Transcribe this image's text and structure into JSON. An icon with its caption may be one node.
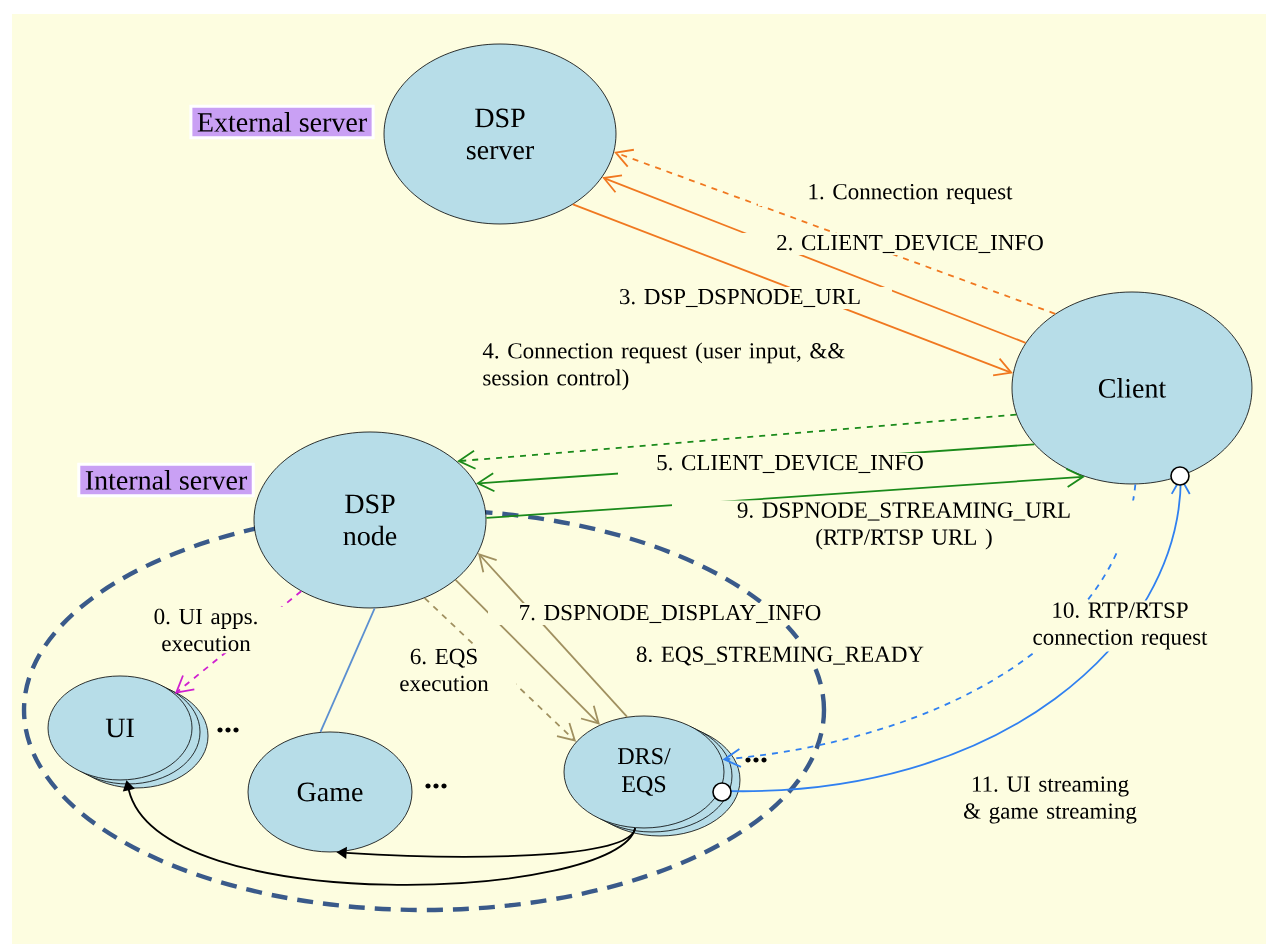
{
  "diagram": {
    "nodes": [
      {
        "text": [
          "DSP server"
        ],
        "beside": [
          "External server"
        ]
      },
      {
        "text": [
          "Client"
        ]
      },
      {
        "text": [
          "Internal server"
        ]
      },
      {
        "text": [
          "DSP node"
        ]
      },
      {
        "text": [
          "UI"
        ],
        "in": 2,
        "beside": [
          "..."
        ]
      },
      {
        "text": [
          "Game"
        ],
        "in": 2,
        "beside": [
          "..."
        ]
      },
      {
        "text": [
          "DRS/ EQS"
        ],
        "in": 2,
        "beside": [
          "..."
        ]
      }
    ],
    "edges": [
      {
        "from": 1,
        "to": 0,
        "arrow": "to",
        "label": "1. Connection request",
        "style": "dashed",
        "color": "#f07820"
      },
      {
        "from": 1,
        "to": 0,
        "arrow": "to",
        "label": "2. CLIENT_DEVICE_INFO",
        "color": "#f07820"
      },
      {
        "from": 0,
        "to": 1,
        "arrow": "to",
        "label": "3. DSP_DSPNODE_URL",
        "color": "#f07820"
      },
      {
        "from": 1,
        "to": 3,
        "arrow": "to",
        "label": "4. Connection request (user input, && session control)",
        "style": "dashed",
        "color": "#1a8a1a"
      },
      {
        "from": 1,
        "to": 3,
        "arrow": "to",
        "label": "5. CLIENT_DEVICE_INFO",
        "color": "#1a8a1a"
      },
      {
        "from": 3,
        "to": 1,
        "arrow": "to",
        "label": "9. DSPNODE_STREAMING_URL (RTP/RTSP URL )",
        "color": "#1a8a1a"
      },
      {
        "from": 3,
        "to": 6,
        "arrow": "to",
        "label": "6. EQS execution",
        "style": "dashed",
        "color": "#a09060"
      },
      {
        "from": 6,
        "to": 3,
        "arrow": "to",
        "label": "7. DSPNODE_DISPLAY_INFO",
        "color": "#a09060"
      },
      {
        "from": 3,
        "to": 6,
        "arrow": "to",
        "label": "8. EQS_STREMING_READY",
        "color": "#a09060"
      },
      {
        "from": 3,
        "to": 4,
        "arrow": "to",
        "label": "0. UI apps. execution",
        "style": "dashed",
        "color": "#d020d0"
      },
      {
        "from": 3,
        "to": 5,
        "arrow": "none",
        "color": "#5b8fd0"
      },
      {
        "from": 1,
        "to": 6,
        "arrow": "to",
        "label": "10. RTP/RTSP connection request",
        "style": "dashed",
        "color": "#3080f0"
      },
      {
        "from": 6,
        "to": 1,
        "arrow": "to",
        "label": "11. UI streaming & game streaming",
        "color": "#3080f0"
      },
      {
        "from": 6,
        "to": 4,
        "arrow": "to",
        "color": "#000000"
      },
      {
        "from": 6,
        "to": 5,
        "arrow": "to",
        "color": "#000000"
      }
    ]
  }
}
